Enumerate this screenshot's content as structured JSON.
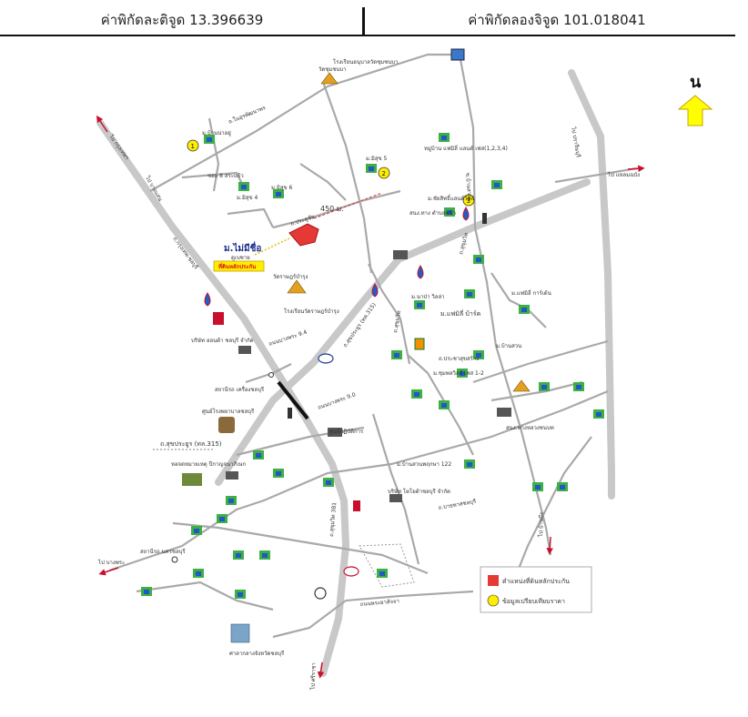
{
  "header": {
    "latitude_label": "ค่าพิกัดละติจูด 13.396639",
    "longitude_label": "ค่าพิกัดลองจิจูด 101.018041"
  },
  "north_label": "น",
  "property": {
    "name": "ม.ไม่มีชื่อ",
    "sub": "ดูเบซาย",
    "tag": "ที่ดินหลักประกัน",
    "distance": "450 ม."
  },
  "legend": {
    "collateral": "ตำแหน่งที่ดินหลักประกัน",
    "comparable": "ข้อมูลเปรียบเทียบราคา"
  },
  "markers": [
    "1",
    "2",
    "3"
  ],
  "colors": {
    "collateral": "#e53935",
    "comparable": "#ffee00",
    "road_main": "#c8c8c8",
    "arrow": "#c8102e"
  },
  "labels": {
    "l01": "โรงเรียนอนุบาลวัดชุมชนบา",
    "l02": "วัดชุมชนบา",
    "l03": "ถ.ในอุรพัฒนาพร",
    "l04": "ม.บ้านน่าอยู่",
    "l05": "ซอย 8 สระแก้ว",
    "l06": "ม.มิสุข 4",
    "l07": "ม.มิสุข 5",
    "l08": "ม.มิสุข 6",
    "l09": "ถ.ประตูชัย",
    "l10": "หมู่บ้าน แฟมิลี่ แลนด์ เฟส(1,2,3,4)",
    "l11": "ซ.บ้านสวน",
    "l12": "ม.ชัยสิทธิ์แลนด์วิลล์",
    "l13": "สนง.ทาง ตำบลหน้า",
    "l14": "ถ.สุขุมวิท",
    "l15": "ถ.สุขประยูร (ทล.315)",
    "l16": "ถ.สุขุมวิท",
    "l17": "วัดราษฎร์บำรุง",
    "l18": "โรงเรียนวัดราษฎร์บำรุง",
    "l19": "บริษัท ฮอนด้า ชลบุรี จำกัด",
    "l20": "ถนนบางพระ 9.4",
    "l21": "สถานีรถ เครื่องชลบุรี",
    "l22": "ศูนย์โรงพยาบาลชลบุรี",
    "l23": "ถ.สุขประยูร (ทล.315)",
    "l24": "หอจดหมายเหตุ ปีกาญจนาภิเษก",
    "l25": "ถนนบางพระ 9.0",
    "l26": "ศูนย์ปฏิบัติการ",
    "l27": "ม.แฟมิลี่ บ้าร์ค",
    "l28": "ม.นาป่า วิลล่า",
    "l29": "ม.แฟมิลี่ การ์เด้น",
    "l30": "ถ.ประชาสุขสร้าง",
    "l31": "ม.บ้านสวน",
    "l32": "ม.ชุมพลวิลล์ เฟส 1-2",
    "l33": "สนง.ทางหลวงชนบท",
    "l34": "ถ.บายพาสชลบุรี",
    "l35": "ถ.สุขุมวิท 381",
    "l36": "ม.บ้านสวนพฤกษา 122",
    "l37": "บริษัท โตโยต้าชลบุรี จำกัด",
    "l38": "ศาลากลางจังหวัดชลบุรี",
    "l39": "ถนนพระยาสัจจา",
    "l40": "ไป บางพระ",
    "l41": "ไป ศรีราชา",
    "l42": "ไป บ้านบึง",
    "l43": "ไป แหลมฉบัง",
    "l44": "ไป ปราจีนบุรี",
    "l45": "ไป บางแสน",
    "l46": "ถ.กรุงเทพ-ชลบุรี",
    "l47": "ไป กรุงเทพฯ",
    "l48": "สถานีรถ นครชลบุรี"
  }
}
